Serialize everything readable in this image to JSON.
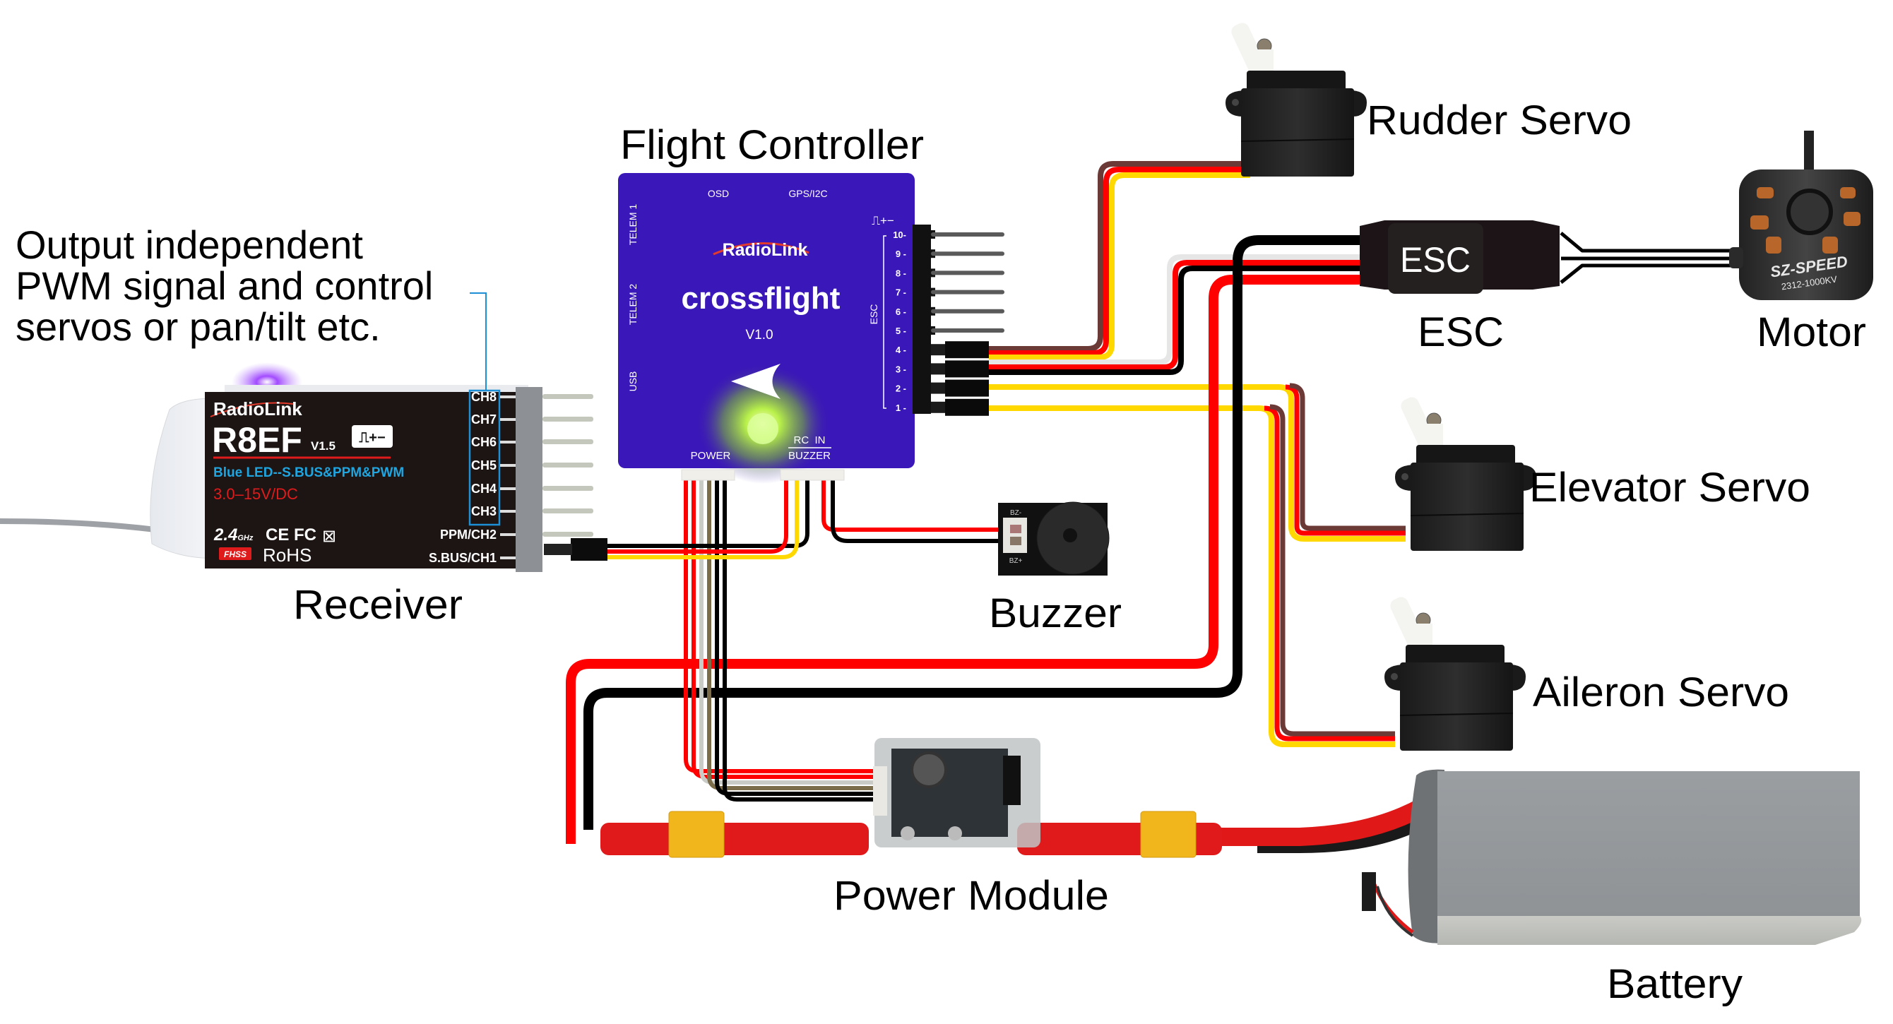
{
  "note": {
    "lines": [
      "Output independent",
      "PWM signal and control",
      "servos or pan/tilt etc."
    ]
  },
  "labels": {
    "flight_controller": "Flight Controller",
    "receiver": "Receiver",
    "rudder_servo": "Rudder Servo",
    "esc": "ESC",
    "motor": "Motor",
    "elevator_servo": "Elevator Servo",
    "aileron_servo": "Aileron Servo",
    "buzzer": "Buzzer",
    "power_module": "Power Module",
    "battery": "Battery"
  },
  "flight_controller": {
    "brand": "RadioLink",
    "model": "crossflight",
    "version": "V1.0",
    "ports": {
      "osd": "OSD",
      "gps": "GPS/I2C",
      "telem1": "TELEM 1",
      "telem2": "TELEM 2",
      "usb": "USB",
      "power": "POWER",
      "rc_in": "RC  IN",
      "buzzer": "BUZZER",
      "esc": "ESC",
      "pin_legend": "⎍+−"
    },
    "esc_channels": [
      "10-",
      "9 -",
      "8 -",
      "7 -",
      "6 -",
      "5 -",
      "4 -",
      "3 -",
      "2 -",
      "1 -"
    ],
    "colors": {
      "board": "#3a17b8",
      "board_dark": "#2d0f98"
    }
  },
  "receiver": {
    "brand": "RadioLink",
    "model": "R8EF",
    "version": "V1.5",
    "pin_legend": "⎍+−",
    "feature": "Blue LED--S.BUS&PPM&PWM",
    "voltage": "3.0–15V/DC",
    "freq": "2.4",
    "freq_unit": "GHz",
    "certs": "CE FC",
    "fhss": "FHSS",
    "rohs": "RoHS",
    "channels": [
      "CH8",
      "CH7",
      "CH6",
      "CH5",
      "CH4",
      "CH3",
      "PPM/CH2",
      "S.BUS/CH1"
    ],
    "colors": {
      "feature": "#1fa5e0",
      "voltage": "#e01b1b",
      "highlight": "#1c8fd6"
    }
  },
  "esc": {
    "text": "ESC"
  },
  "motor": {
    "brand": "SZ-SPEED",
    "spec": "2312-1000KV"
  },
  "buzzer": {
    "minus": "BZ-",
    "plus": "BZ+"
  },
  "wire_colors": {
    "signal": "#ffd800",
    "power": "#ff0000",
    "ground": "#000000",
    "brown": "#6b3a36",
    "white": "#e6e6e6",
    "olive": "#7b6d4a",
    "grey": "#c9ccc6"
  }
}
